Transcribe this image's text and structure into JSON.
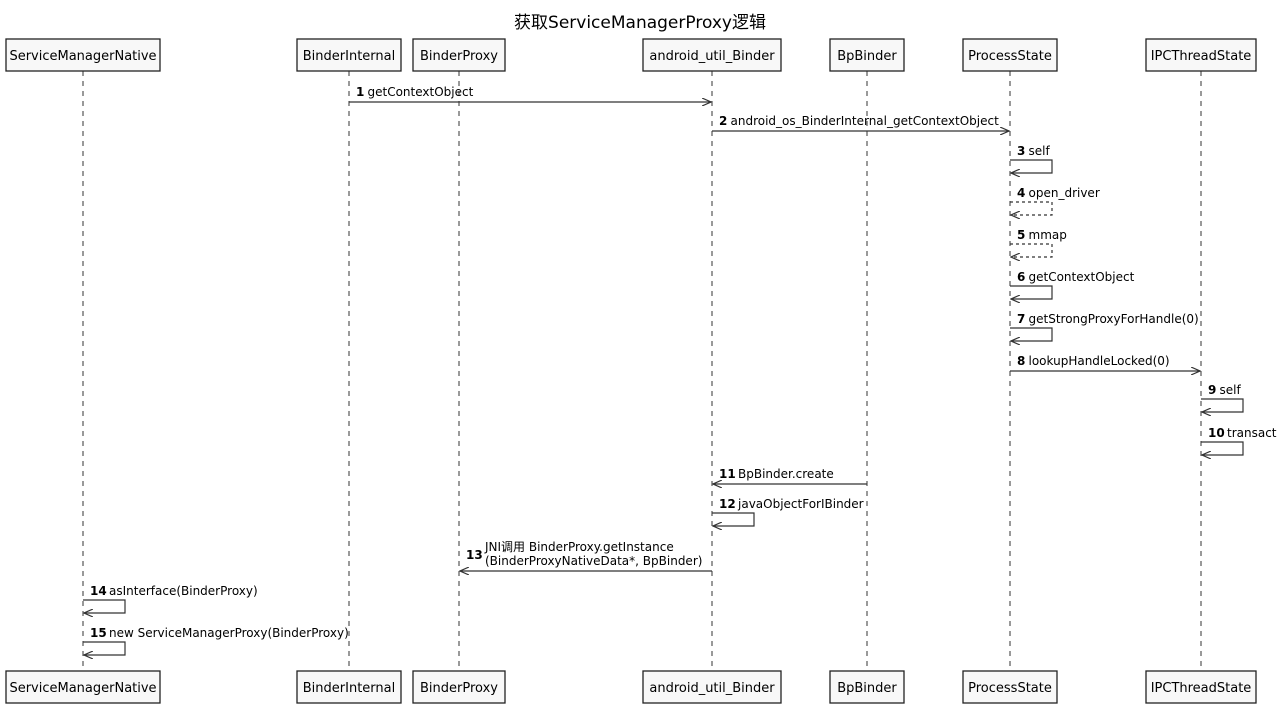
{
  "title": "获取ServiceManagerProxy逻辑",
  "participants": [
    {
      "id": "smn",
      "name": "ServiceManagerNative"
    },
    {
      "id": "bi",
      "name": "BinderInternal"
    },
    {
      "id": "bp",
      "name": "BinderProxy"
    },
    {
      "id": "aub",
      "name": "android_util_Binder"
    },
    {
      "id": "bpb",
      "name": "BpBinder"
    },
    {
      "id": "ps",
      "name": "ProcessState"
    },
    {
      "id": "ipc",
      "name": "IPCThreadState"
    }
  ],
  "messages": [
    {
      "num": "1",
      "from": "bi",
      "to": "aub",
      "label": [
        "getContextObject"
      ],
      "style": "solid"
    },
    {
      "num": "2",
      "from": "aub",
      "to": "ps",
      "label": [
        "android_os_BinderInternal_getContextObject"
      ],
      "style": "solid"
    },
    {
      "num": "3",
      "from": "ps",
      "to": "ps",
      "label": [
        "self"
      ],
      "style": "solid"
    },
    {
      "num": "4",
      "from": "ps",
      "to": "ps",
      "label": [
        "open_driver"
      ],
      "style": "dashed"
    },
    {
      "num": "5",
      "from": "ps",
      "to": "ps",
      "label": [
        "mmap"
      ],
      "style": "dashed"
    },
    {
      "num": "6",
      "from": "ps",
      "to": "ps",
      "label": [
        "getContextObject"
      ],
      "style": "solid"
    },
    {
      "num": "7",
      "from": "ps",
      "to": "ps",
      "label": [
        "getStrongProxyForHandle(0)"
      ],
      "style": "solid"
    },
    {
      "num": "8",
      "from": "ps",
      "to": "ipc",
      "label": [
        "lookupHandleLocked(0)"
      ],
      "style": "solid"
    },
    {
      "num": "9",
      "from": "ipc",
      "to": "ipc",
      "label": [
        "self"
      ],
      "style": "solid"
    },
    {
      "num": "10",
      "from": "ipc",
      "to": "ipc",
      "label": [
        "transact"
      ],
      "style": "solid"
    },
    {
      "num": "11",
      "from": "bpb",
      "to": "aub",
      "label": [
        "BpBinder.create"
      ],
      "style": "solid"
    },
    {
      "num": "12",
      "from": "aub",
      "to": "aub",
      "label": [
        "javaObjectForIBinder"
      ],
      "style": "solid"
    },
    {
      "num": "13",
      "from": "aub",
      "to": "bp",
      "label": [
        "JNI调用 BinderProxy.getInstance",
        "(BinderProxyNativeData*, BpBinder)"
      ],
      "style": "solid"
    },
    {
      "num": "14",
      "from": "smn",
      "to": "smn",
      "label": [
        "asInterface(BinderProxy)"
      ],
      "style": "solid"
    },
    {
      "num": "15",
      "from": "smn",
      "to": "smn",
      "label": [
        "new ServiceManagerProxy(BinderProxy)"
      ],
      "style": "solid"
    }
  ]
}
